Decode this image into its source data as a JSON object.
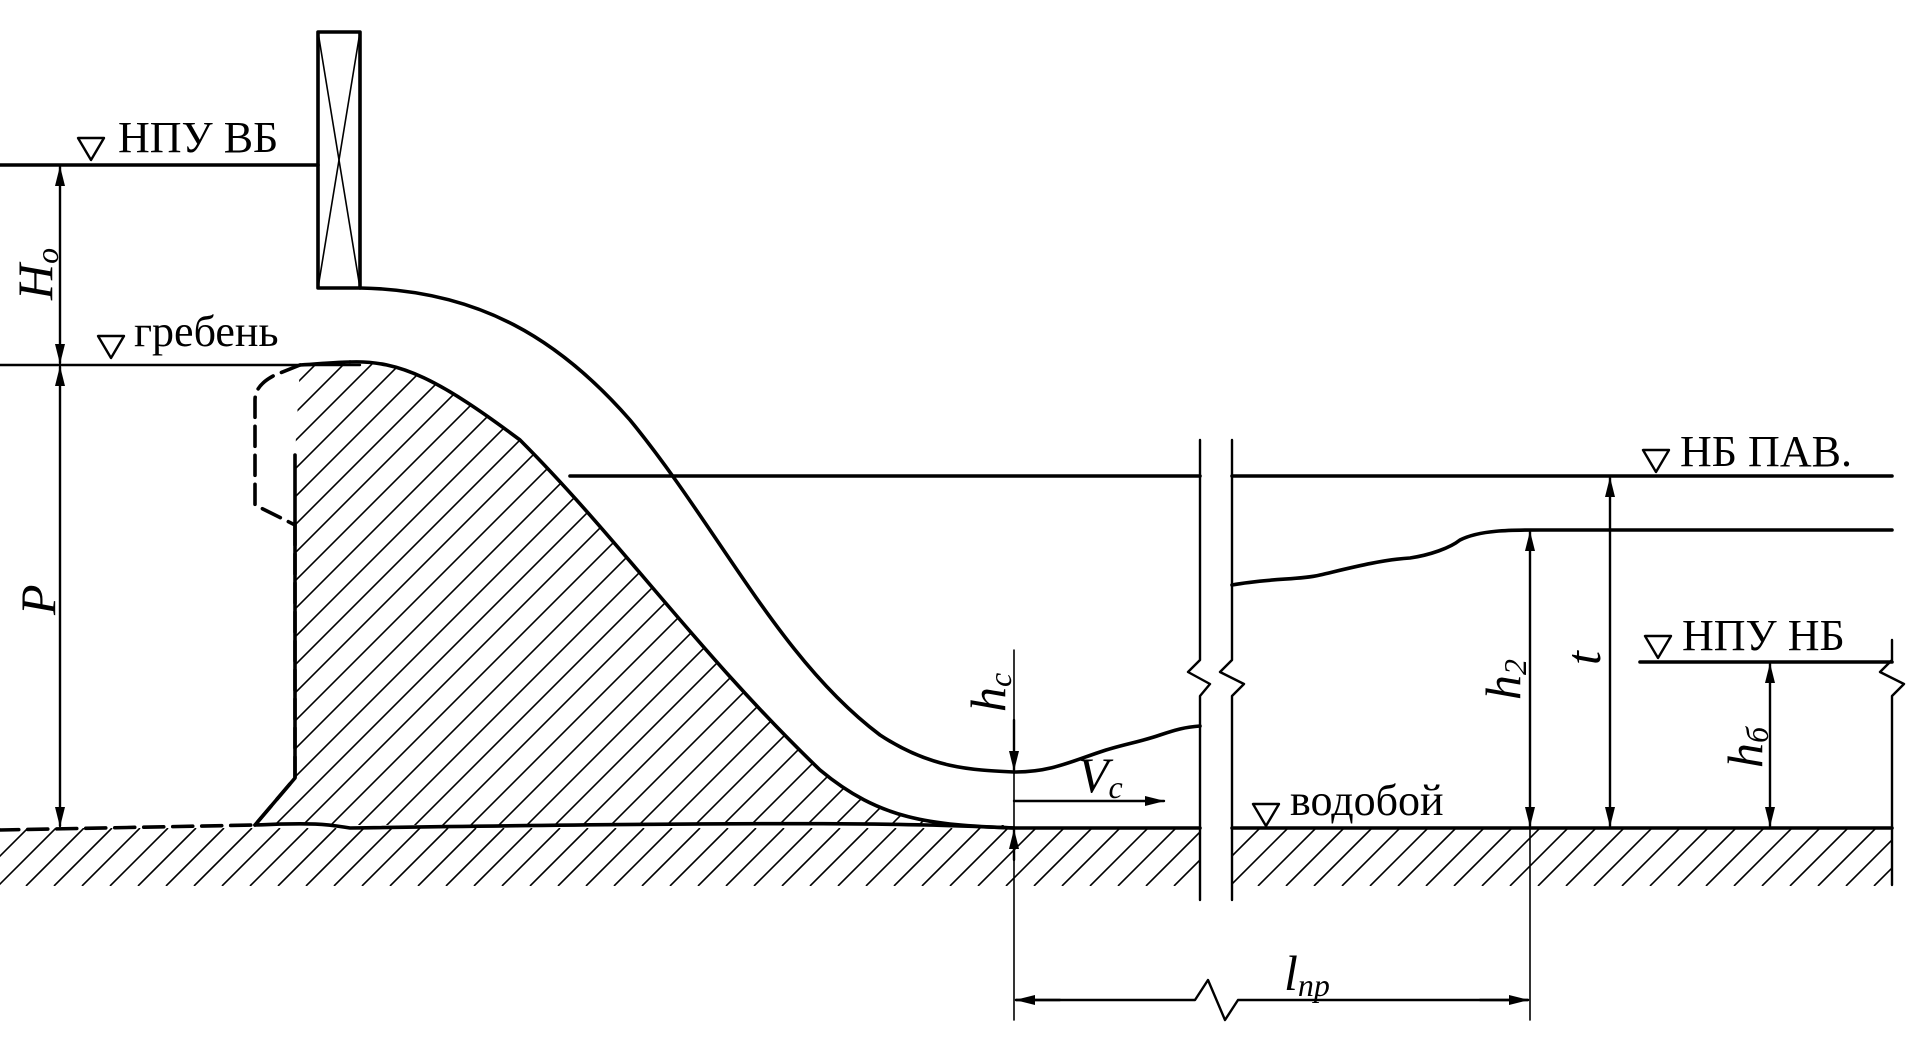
{
  "levels": {
    "upstream_nwl": "НПУ ВБ",
    "crest": "гребень",
    "tailwater_flood": "НБ ПАВ.",
    "tailwater_nwl": "НПУ НБ",
    "apron": "водобой"
  },
  "dimensions": {
    "head": {
      "symbol": "H",
      "sub": "o"
    },
    "weir_height": {
      "symbol": "P"
    },
    "contracted_depth": {
      "symbol": "h",
      "sub": "c"
    },
    "contracted_velocity": {
      "symbol": "V",
      "sub": "c"
    },
    "conjugate_depth": {
      "symbol": "h",
      "sub": "2"
    },
    "tailwater_depth": {
      "symbol": "t"
    },
    "downstream_depth": {
      "symbol": "h",
      "sub": "б"
    },
    "jump_length": {
      "symbol": "l",
      "sub": "пр"
    }
  },
  "colors": {
    "ink": "#000000",
    "background": "#ffffff"
  }
}
